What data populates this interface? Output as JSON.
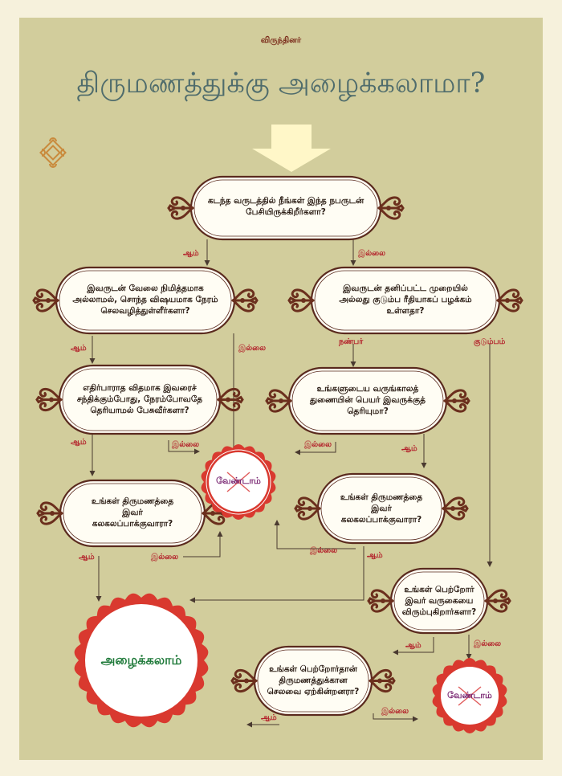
{
  "header": {
    "kicker": "விருந்தினர்",
    "title": "திருமணத்துக்கு அழைக்கலாமா?"
  },
  "questions": {
    "q1": "கடந்த வருடத்தில் நீங்கள் இந்த நபருடன் பேசியிருக்கிறீர்களா?",
    "q2": "இவருடன் வேலை நிமித்தமாக அல்லாமல், சொந்த விஷயமாக நேரம் செலவழித்துள்ளீர்களா?",
    "q3": "இவருடன் தனிப்பட்ட முறையில் அல்லது குடும்ப ரீதியாகப் பழக்கம் உள்ளதா?",
    "q4": "எதிர்பாராத விதமாக இவரைச் சந்திக்கும்போது, நேரம்போவதே தெரியாமல் பேசுவீர்களா?",
    "q5": "உங்களுடைய வருங்காலத் துணையின் பெயர் இவருக்குத் தெரியுமா?",
    "q6": "உங்கள் திருமணத்தை இவர் கலகலப்பாக்குவாரா?",
    "q7": "உங்கள் திருமணத்தை இவர் கலகலப்பாக்குவாரா?",
    "q8": "உங்கள் பெற்றோர் இவர் வருகையை விரும்புகிறார்களா?",
    "q9": "உங்கள் பெற்றோர்தான் திருமணத்துக்கான செலவை ஏற்கின்றனரா?"
  },
  "labels": {
    "yes1": "ஆம்",
    "no1": "இல்லை",
    "yes2": "ஆம்",
    "no2": "இல்லை",
    "friend": "நண்பர்",
    "family": "குடும்பம்",
    "yes4": "ஆம்",
    "no4": "இல்லை",
    "no5": "இல்லை",
    "yes5": "ஆம்",
    "yes6": "ஆம்",
    "no6": "இல்லை",
    "no7": "இல்லை",
    "yes7": "ஆம்",
    "yes8": "ஆம்",
    "no8": "இல்லை",
    "yes9": "ஆம்",
    "no9": "இல்லை"
  },
  "outcomes": {
    "dont1": "வேண்டாம்",
    "invite": "அழைக்கலாம்",
    "dont2": "வேண்டாம்"
  },
  "colors": {
    "background": "#d2cd9c",
    "page": "#f6f1dc",
    "frame": "#5a2a1e",
    "ornament": "#6b2f1d",
    "seal_red": "#d9392f",
    "arrow": "#fff7c8",
    "title": "#4f6c6c",
    "label_red": "#b3202a",
    "invite_green": "#1f7a3a",
    "dont_purple": "#7b2a74"
  },
  "icons": [
    "endless-knot-icon",
    "down-arrow-icon",
    "scroll-ornament-icon",
    "cross-out-icon"
  ]
}
